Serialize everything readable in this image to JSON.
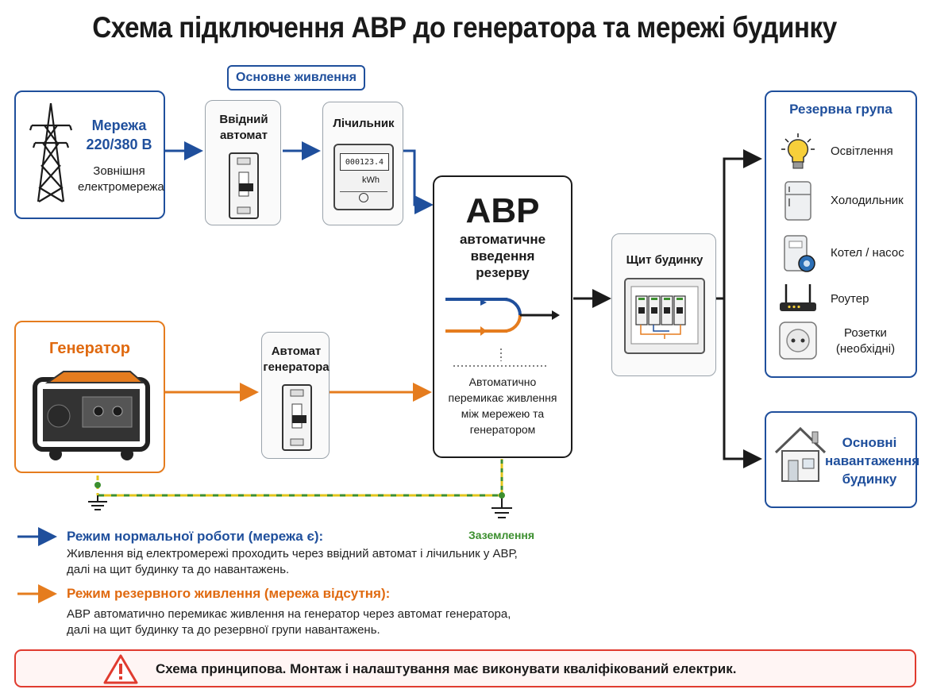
{
  "title": "Схема підключення АВР до генератора та мережі будинку",
  "main_power_label": "Основне живлення",
  "grid": {
    "title_line1": "Мережа",
    "title_line2": "220/380 В",
    "sub_line1": "Зовнішня",
    "sub_line2": "електромережа"
  },
  "input_breaker": {
    "line1": "Ввідний",
    "line2": "автомат"
  },
  "meter": {
    "title": "Лічильник",
    "reading": "000123.4",
    "unit": "kWh"
  },
  "generator": {
    "title": "Генератор"
  },
  "gen_breaker": {
    "line1": "Автомат",
    "line2": "генератора"
  },
  "ats": {
    "title": "АВР",
    "sub_line1": "автоматичне",
    "sub_line2": "введення",
    "sub_line3": "резерву",
    "desc_line1": "Автоматично",
    "desc_line2": "перемикає живлення",
    "desc_line3": "між мережею та",
    "desc_line4": "генератором"
  },
  "panel": {
    "title": "Щит будинку"
  },
  "backup_group": {
    "title": "Резервна група",
    "items": [
      {
        "label": "Освітлення",
        "icon": "lightbulb-icon"
      },
      {
        "label": "Холодильник",
        "icon": "fridge-icon"
      },
      {
        "label": "Котел / насос",
        "icon": "boiler-icon"
      },
      {
        "label": "Роутер",
        "icon": "router-icon"
      },
      {
        "label_line1": "Розетки",
        "label_line2": "(необхідні)",
        "icon": "socket-icon"
      }
    ]
  },
  "main_loads": {
    "line1": "Основні",
    "line2": "навантаження",
    "line3": "будинку"
  },
  "grounding": "Заземлення",
  "legend": {
    "normal_title": "Режим нормальної роботи (мережа є):",
    "normal_line1": "Живлення від електромережі проходить через ввідний автомат і лічильник у АВР,",
    "normal_line2": "далі на щит будинку та до навантажень.",
    "backup_title": "Режим резервного живлення (мережа відсутня):",
    "backup_line1": "АВР автоматично перемикає живлення на генератор через автомат генератора,",
    "backup_line2": "далі на щит будинку та до резервної групи навантажень."
  },
  "warning": "Схема принципова. Монтаж і налаштування має виконувати кваліфікований електрик.",
  "colors": {
    "grid": "#1f4f9c",
    "generator": "#e57c1e",
    "ground_green": "#3c8f2f",
    "ground_yellow": "#e3c51c",
    "warning": "#e03b2f"
  }
}
